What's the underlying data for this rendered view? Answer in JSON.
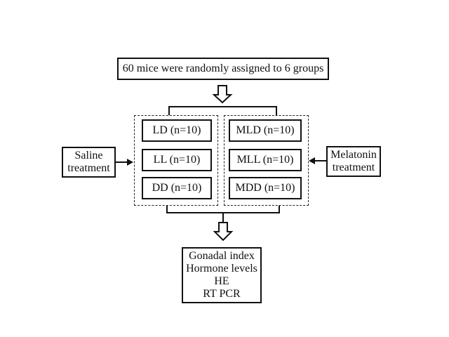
{
  "title": "60 mice were randomly assigned to 6 groups",
  "saline": {
    "line1": "Saline",
    "line2": "treatment"
  },
  "melatonin": {
    "line1": "Melatonin",
    "line2": "treatment"
  },
  "groups_left": [
    "LD (n=10)",
    "LL (n=10)",
    "DD (n=10)"
  ],
  "groups_right": [
    "MLD (n=10)",
    "MLL (n=10)",
    "MDD (n=10)"
  ],
  "outcomes": [
    "Gonadal index",
    "Hormone levels",
    "HE",
    "RT PCR"
  ]
}
